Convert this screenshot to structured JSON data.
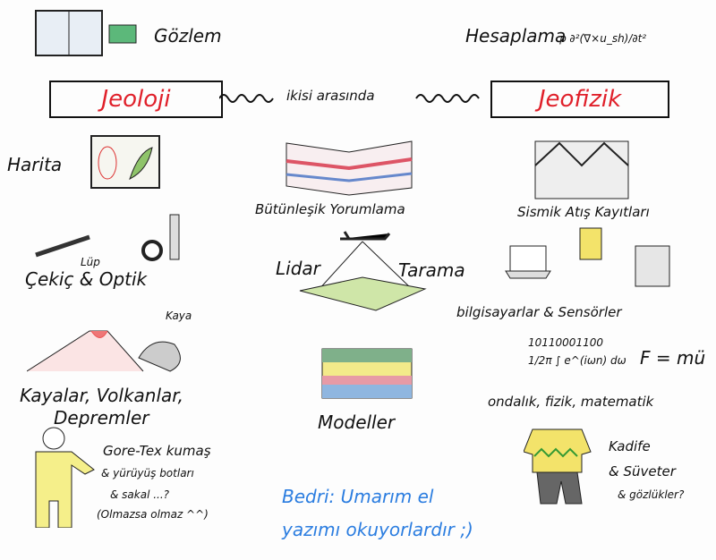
{
  "top": {
    "gozlem": "Gözlem",
    "hesaplama": "Hesaplama",
    "formula_top": "ρ ∂²(∇×u_sh)/∂t²"
  },
  "header": {
    "left": "Jeoloji",
    "middle": "ikisi arasında",
    "right": "Jeofizik"
  },
  "left": {
    "harita": "Harita",
    "lup": "Lüp",
    "cekic_optik": "Çekiç  &  Optik",
    "kaya": "Kaya",
    "kayalar": "Kayalar, Volkanlar,",
    "depremler": "Depremler",
    "goretex": "Gore-Tex kumaş",
    "yuruyus": "& yürüyüş botları",
    "sakal": "& sakal ...?",
    "olmazsa": "(Olmazsa olmaz ^^)"
  },
  "middle": {
    "butunlesik": "Bütünleşik Yorumlama",
    "lidar": "Lidar",
    "tarama": "Tarama",
    "modeller": "Modeller"
  },
  "right": {
    "sismik": "Sismik Atış Kayıtları",
    "bilgisayarlar": "bilgisayarlar  &  Sensörler",
    "binary": "10110001100",
    "integral": "1/2π ∫ e^(iωn) dω",
    "newton": "F = mü",
    "ondalik": "ondalık, fizik, matematik",
    "kadife": "Kadife",
    "suveter": "& Süveter",
    "gozlukler": "& gözlükler?"
  },
  "footer": {
    "line1": "Bedri: Umarım el",
    "line2": "yazımı okuyorlardır  ;)"
  },
  "colors": {
    "accent_red": "#e0202a",
    "note_blue": "#2b7de0"
  }
}
